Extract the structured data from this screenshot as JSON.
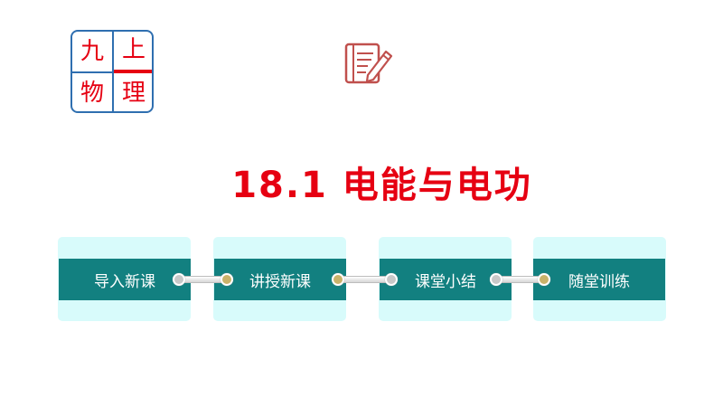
{
  "logo": {
    "top_left": "九",
    "top_right": "上",
    "bottom_left": "物",
    "bottom_right": "理"
  },
  "icons": {
    "notebook": "notebook-pencil-icon"
  },
  "title": "18.1 电能与电功",
  "nav": [
    {
      "label": "导入新课"
    },
    {
      "label": "讲授新课"
    },
    {
      "label": "课堂小结"
    },
    {
      "label": "随堂训练"
    }
  ],
  "colors": {
    "title": "#e60012",
    "band": "#128080",
    "card": "#d8fbfb",
    "logo_border": "#2f6fb0"
  }
}
